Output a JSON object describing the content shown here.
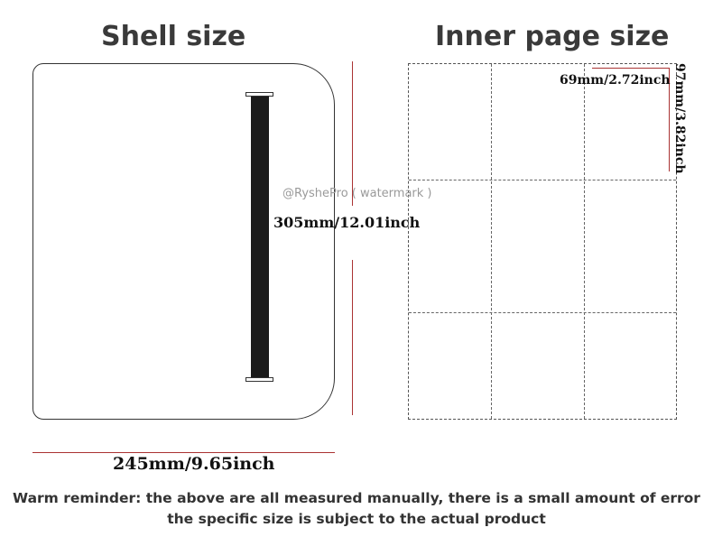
{
  "headings": {
    "shell": "Shell size",
    "inner": "Inner page size"
  },
  "dimensions": {
    "shell_height": "305mm/12.01inch",
    "shell_width": "245mm/9.65inch",
    "inner_width": "69mm/2.72inch",
    "inner_height": "97mm/3.82inch"
  },
  "watermark": "@RyshePro ( watermark )",
  "notes": {
    "line1": "Warm reminder: the above are all measured manually, there is a small amount of error",
    "line2": "the specific size is subject to the actual product"
  },
  "inner_grid": {
    "columns": 3,
    "rows": 3
  },
  "colors": {
    "dimension_line": "#aa3333",
    "strap": "#1b1b1b"
  }
}
